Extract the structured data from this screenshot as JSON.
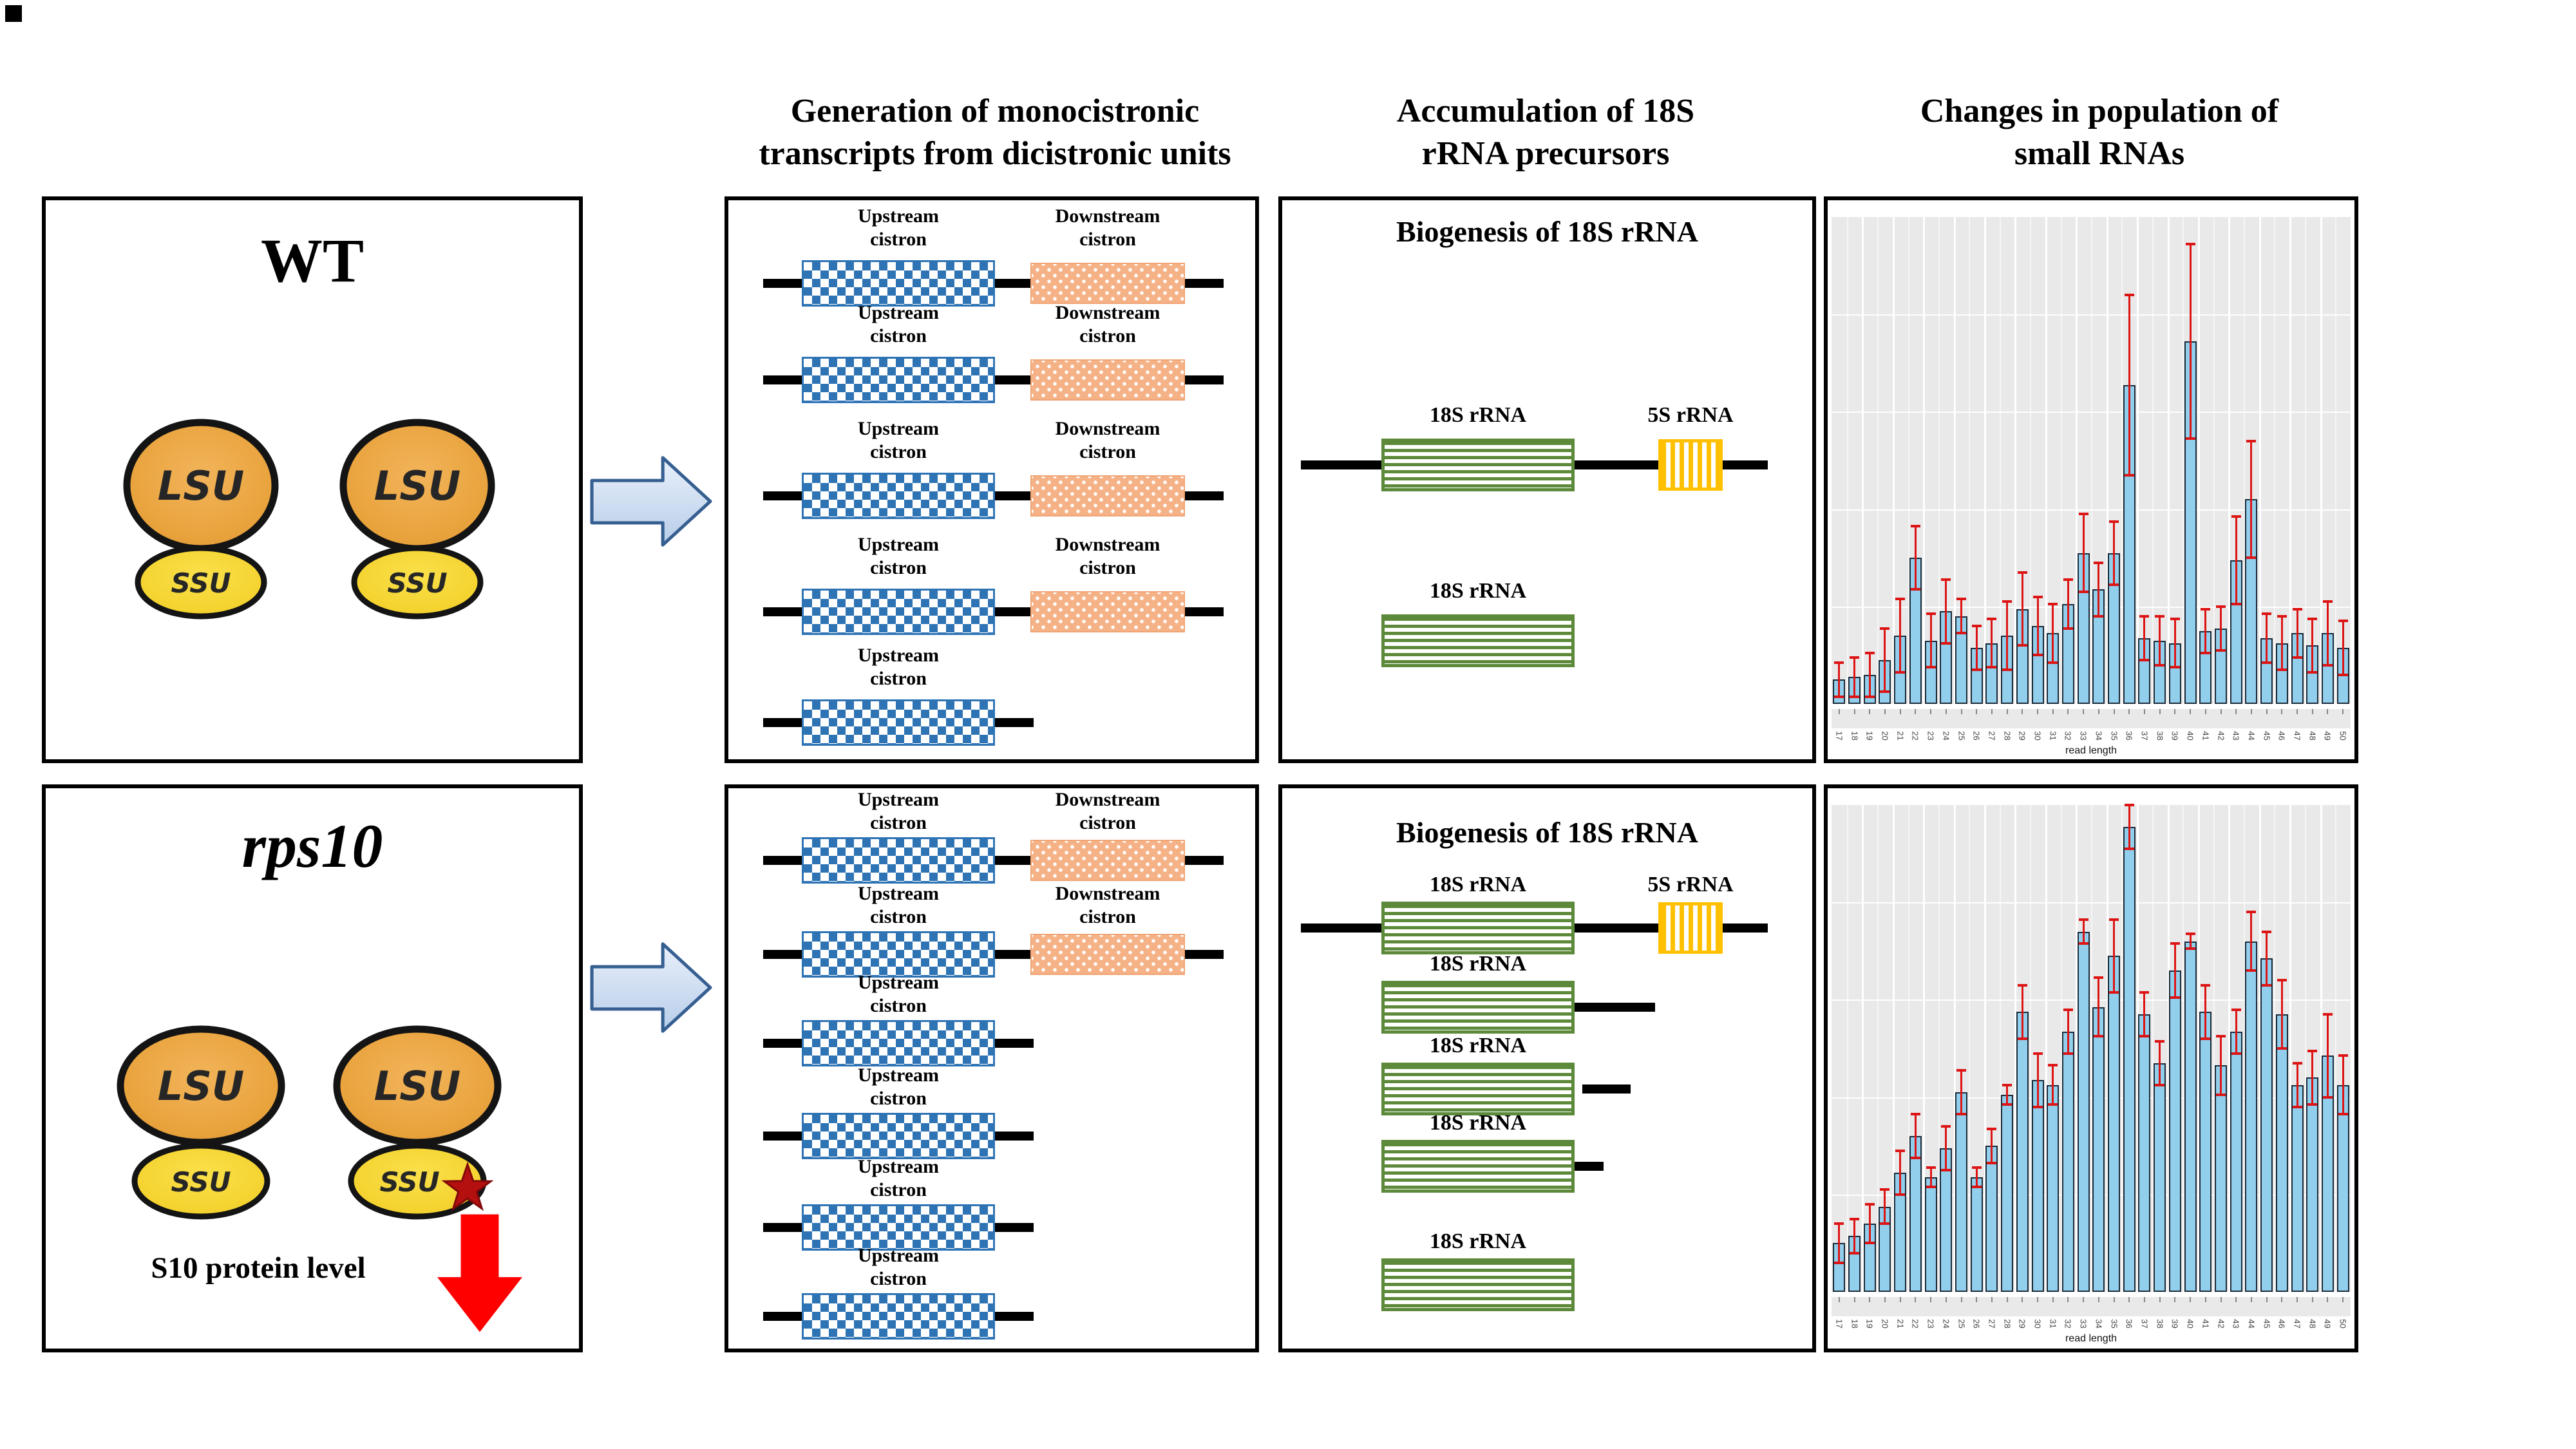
{
  "headers": {
    "col_transcripts": [
      "Generation of monocistronic",
      "transcripts from dicistronic units"
    ],
    "col_precursors": [
      "Accumulation of 18S",
      "rRNA precursors"
    ],
    "col_smallrna": [
      "Changes in population of",
      "small RNAs"
    ]
  },
  "labels": {
    "lsu": "LSU",
    "ssu": "SSU",
    "upstream": [
      "Upstream",
      "cistron"
    ],
    "downstream": [
      "Downstream",
      "cistron"
    ],
    "rrna18s": "18S rRNA",
    "rrna5s": "5S rRNA",
    "biogenesis_title": "Biogenesis of 18S rRNA"
  },
  "wt": {
    "title": "WT",
    "ribosomes": [
      {
        "large_subunit": "LSU",
        "small_subunit": "SSU"
      },
      {
        "large_subunit": "LSU",
        "small_subunit": "SSU"
      }
    ],
    "transcripts": [
      {
        "upstream": true,
        "downstream": true
      },
      {
        "upstream": true,
        "downstream": true
      },
      {
        "upstream": true,
        "downstream": true
      },
      {
        "upstream": true,
        "downstream": true
      },
      {
        "upstream": true,
        "downstream": false
      }
    ],
    "precursors": [
      {
        "type": "full"
      },
      {
        "type": "bare"
      }
    ]
  },
  "rps10": {
    "title": "rps10",
    "note": "S10 protein level",
    "note_direction": "decrease",
    "mutation_marker": "red-star-on-SSU-of-second-ribosome",
    "ribosomes": [
      {
        "large_subunit": "LSU",
        "small_subunit": "SSU"
      },
      {
        "large_subunit": "LSU",
        "small_subunit": "SSU",
        "mutated": true
      }
    ],
    "transcripts": [
      {
        "upstream": true,
        "downstream": true
      },
      {
        "upstream": true,
        "downstream": true
      },
      {
        "upstream": true,
        "downstream": false
      },
      {
        "upstream": true,
        "downstream": false
      },
      {
        "upstream": true,
        "downstream": false
      },
      {
        "upstream": true,
        "downstream": false
      }
    ],
    "precursors": [
      {
        "type": "full"
      },
      {
        "type": "tail",
        "tail": "long"
      },
      {
        "type": "tail",
        "tail": "medium"
      },
      {
        "type": "tail",
        "tail": "short"
      },
      {
        "type": "bare"
      }
    ]
  },
  "colors": {
    "upstream_blue": "#2e74b5",
    "downstream_orange": "#f6b287",
    "rrna18s_green": "#5d8a3a",
    "rrna5s_yellow": "#ffc000",
    "bar_fill": "#92cfec",
    "error_red": "#dd1414",
    "flow_arrow_blue": "#b7cde9",
    "decrease_arrow_red": "#ff0000",
    "plot_background": "#e9e9e9"
  },
  "chart_data": [
    {
      "type": "bar",
      "panel": "WT",
      "title": "",
      "xlabel": "read length",
      "ylabel": "",
      "y_units": "relative abundance (no y tick labels visible in image)",
      "grid": true,
      "legend": "none",
      "categories": [
        "17",
        "18",
        "19",
        "20",
        "21",
        "22",
        "23",
        "24",
        "25",
        "26",
        "27",
        "28",
        "29",
        "30",
        "31",
        "32",
        "33",
        "34",
        "35",
        "36",
        "37",
        "38",
        "39",
        "40",
        "41",
        "42",
        "43",
        "44",
        "45",
        "46",
        "47",
        "48",
        "49",
        "50"
      ],
      "values": [
        0.05,
        0.055,
        0.06,
        0.09,
        0.14,
        0.3,
        0.13,
        0.19,
        0.18,
        0.115,
        0.125,
        0.14,
        0.195,
        0.16,
        0.145,
        0.205,
        0.31,
        0.235,
        0.31,
        0.655,
        0.135,
        0.13,
        0.125,
        0.745,
        0.15,
        0.155,
        0.295,
        0.42,
        0.135,
        0.125,
        0.145,
        0.12,
        0.145,
        0.115
      ],
      "errors": [
        0.035,
        0.04,
        0.045,
        0.065,
        0.075,
        0.065,
        0.055,
        0.065,
        0.035,
        0.045,
        0.05,
        0.07,
        0.075,
        0.06,
        0.06,
        0.05,
        0.08,
        0.055,
        0.065,
        0.185,
        0.045,
        0.05,
        0.05,
        0.2,
        0.045,
        0.045,
        0.09,
        0.12,
        0.05,
        0.055,
        0.05,
        0.055,
        0.065,
        0.055
      ]
    },
    {
      "type": "bar",
      "panel": "rps10",
      "title": "",
      "xlabel": "read length",
      "ylabel": "",
      "y_units": "relative abundance (no y tick labels visible in image)",
      "grid": true,
      "legend": "none",
      "categories": [
        "17",
        "18",
        "19",
        "20",
        "21",
        "22",
        "23",
        "24",
        "25",
        "26",
        "27",
        "28",
        "29",
        "30",
        "31",
        "32",
        "33",
        "34",
        "35",
        "36",
        "37",
        "38",
        "39",
        "40",
        "41",
        "42",
        "43",
        "44",
        "45",
        "46",
        "47",
        "48",
        "49",
        "50"
      ],
      "values": [
        0.1,
        0.115,
        0.14,
        0.175,
        0.245,
        0.32,
        0.235,
        0.295,
        0.41,
        0.235,
        0.3,
        0.405,
        0.575,
        0.435,
        0.425,
        0.535,
        0.74,
        0.585,
        0.69,
        0.955,
        0.57,
        0.47,
        0.66,
        0.72,
        0.575,
        0.465,
        0.535,
        0.72,
        0.685,
        0.57,
        0.425,
        0.44,
        0.485,
        0.425
      ],
      "errors": [
        0.04,
        0.035,
        0.04,
        0.035,
        0.045,
        0.045,
        0.02,
        0.045,
        0.045,
        0.02,
        0.035,
        0.02,
        0.055,
        0.055,
        0.04,
        0.045,
        0.025,
        0.06,
        0.075,
        0.045,
        0.045,
        0.045,
        0.055,
        0.015,
        0.055,
        0.06,
        0.045,
        0.06,
        0.055,
        0.07,
        0.045,
        0.055,
        0.085,
        0.06
      ]
    }
  ]
}
